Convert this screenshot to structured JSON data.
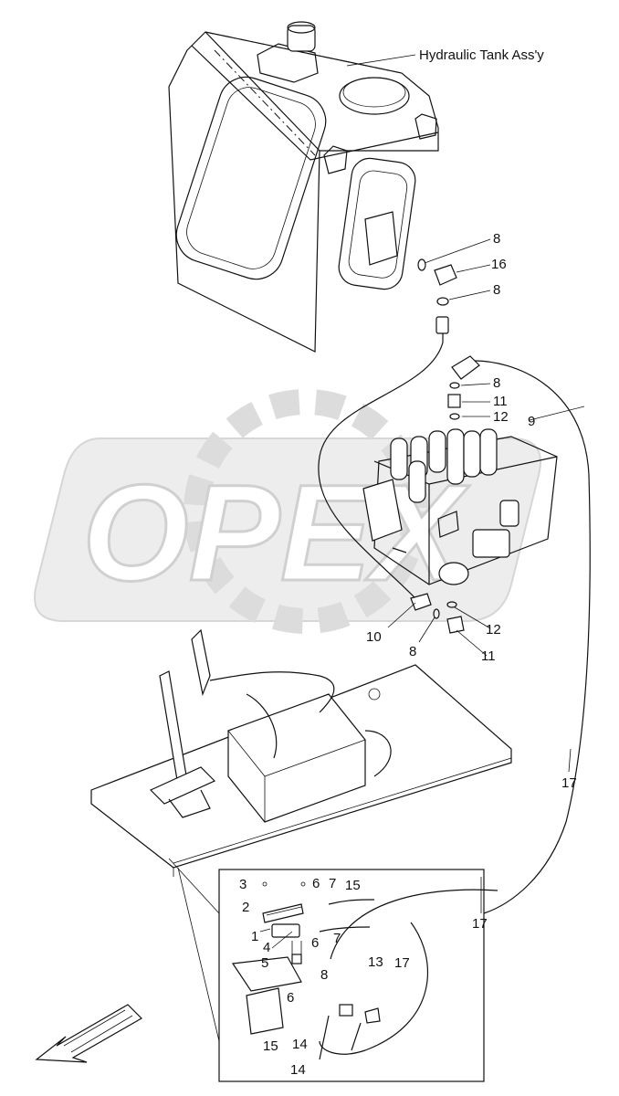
{
  "title_label": "Hydraulic Tank Ass'y",
  "watermark": "OPEX",
  "part_labels": [
    {
      "id": "p8a",
      "text": "8"
    },
    {
      "id": "p16",
      "text": "16"
    },
    {
      "id": "p8b",
      "text": "8"
    },
    {
      "id": "p8c",
      "text": "8"
    },
    {
      "id": "p11a",
      "text": "11"
    },
    {
      "id": "p12a",
      "text": "12"
    },
    {
      "id": "p9",
      "text": "9"
    },
    {
      "id": "p10",
      "text": "10"
    },
    {
      "id": "p8d",
      "text": "8"
    },
    {
      "id": "p12b",
      "text": "12"
    },
    {
      "id": "p11b",
      "text": "11"
    },
    {
      "id": "p17a",
      "text": "17"
    },
    {
      "id": "p17b",
      "text": "17"
    },
    {
      "id": "p3",
      "text": "3"
    },
    {
      "id": "p2",
      "text": "2"
    },
    {
      "id": "p6a",
      "text": "6"
    },
    {
      "id": "p7a",
      "text": "7"
    },
    {
      "id": "p15a",
      "text": "15"
    },
    {
      "id": "p1",
      "text": "1"
    },
    {
      "id": "p4",
      "text": "4"
    },
    {
      "id": "p6b",
      "text": "6"
    },
    {
      "id": "p7b",
      "text": "7"
    },
    {
      "id": "p5",
      "text": "5"
    },
    {
      "id": "p8e",
      "text": "8"
    },
    {
      "id": "p13",
      "text": "13"
    },
    {
      "id": "p17c",
      "text": "17"
    },
    {
      "id": "p6c",
      "text": "6"
    },
    {
      "id": "p15b",
      "text": "15"
    },
    {
      "id": "p14a",
      "text": "14"
    },
    {
      "id": "p14b",
      "text": "14"
    }
  ]
}
